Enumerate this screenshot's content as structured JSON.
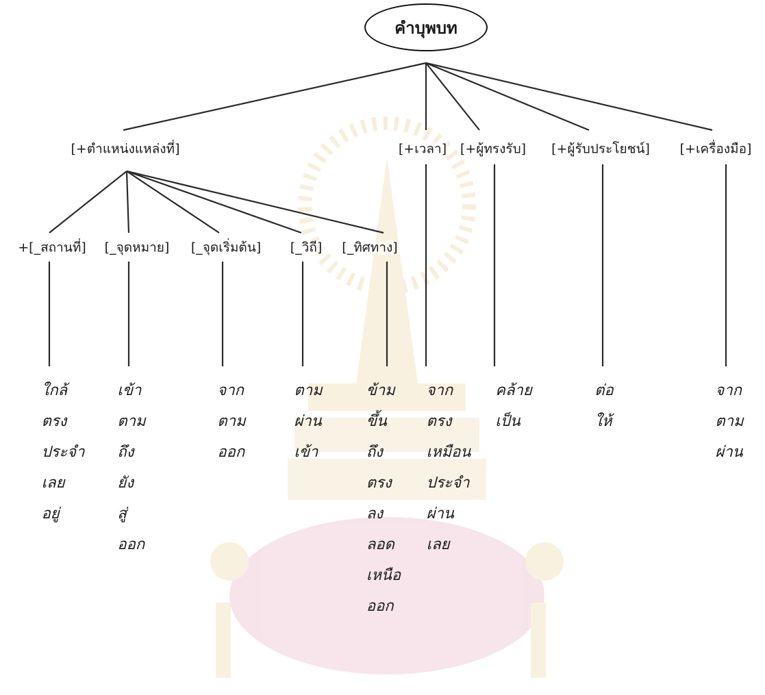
{
  "root": "คำบุพบท",
  "level1": [
    {
      "id": "location",
      "label": "[+ตำแหน่งแหล่งที่]"
    },
    {
      "id": "time",
      "label": "[+เวลา]"
    },
    {
      "id": "receiver",
      "label": "[+ผู้ทรงรับ]"
    },
    {
      "id": "beneficiary",
      "label": "[+ผู้รับประโยชน์]"
    },
    {
      "id": "instrument",
      "label": "[+เครื่องมือ]"
    }
  ],
  "level2": [
    {
      "id": "place",
      "label": "+[_สถานที่]"
    },
    {
      "id": "destination",
      "label": "[_จุดหมาย]"
    },
    {
      "id": "start",
      "label": "[_จุดเริ่มต้น]"
    },
    {
      "id": "method",
      "label": "[_วิถี]"
    },
    {
      "id": "direction",
      "label": "[_ทิศทาง]"
    }
  ],
  "word_columns": [
    {
      "id": "place",
      "words": [
        "ใกล้",
        "ตรง",
        "ประจำ",
        "เลย",
        "อยู่"
      ]
    },
    {
      "id": "destination",
      "words": [
        "เข้า",
        "ตาม",
        "ถึง",
        "ยัง",
        "สู่",
        "ออก"
      ]
    },
    {
      "id": "start",
      "words": [
        "จาก",
        "ตาม",
        "ออก"
      ]
    },
    {
      "id": "method",
      "words": [
        "ตาม",
        "ผ่าน",
        "เข้า"
      ]
    },
    {
      "id": "direction",
      "words": [
        "ข้าม",
        "ขึ้น",
        "ถึง",
        "ตรง",
        "ลง",
        "ลอด",
        "เหนือ",
        "ออก"
      ]
    },
    {
      "id": "time",
      "words": [
        "จาก",
        "ตรง",
        "เหมือน",
        "ประจำ",
        "ผ่าน",
        "เลย"
      ]
    },
    {
      "id": "receiver",
      "words": [
        "คล้าย",
        "เป็น"
      ]
    },
    {
      "id": "beneficiary",
      "words": [
        "ต่อ",
        "ให้"
      ]
    },
    {
      "id": "instrument",
      "words": [
        "จาก",
        "ตาม",
        "ผ่าน"
      ]
    }
  ]
}
